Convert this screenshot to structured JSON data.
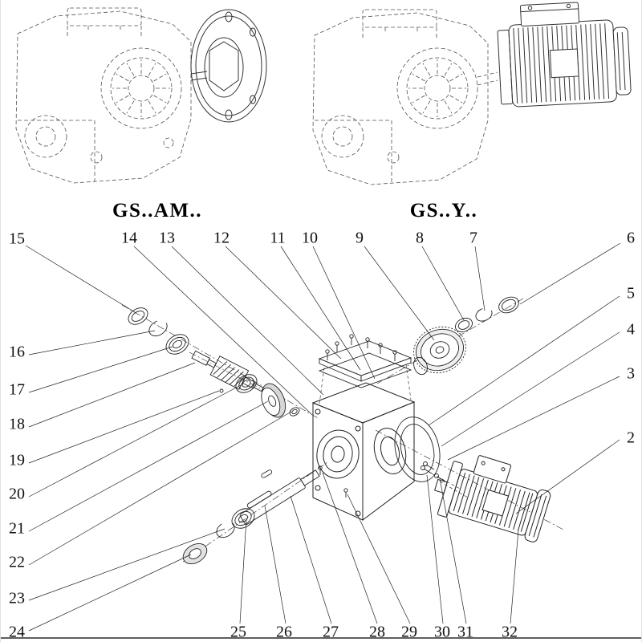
{
  "models": {
    "left_label": "GS..AM..",
    "right_label": "GS..Y.."
  },
  "callouts": {
    "top": [
      "15",
      "14",
      "13",
      "12",
      "11",
      "10",
      "9",
      "8",
      "7",
      "6"
    ],
    "right": [
      "5",
      "4",
      "3",
      "2"
    ],
    "left": [
      "16",
      "17",
      "18",
      "19",
      "20",
      "21",
      "22",
      "23",
      "24"
    ],
    "bottom": [
      "25",
      "26",
      "27",
      "28",
      "29",
      "30",
      "31",
      "32"
    ]
  },
  "colors": {
    "line": "#1a1a1a",
    "background": "#ffffff"
  }
}
